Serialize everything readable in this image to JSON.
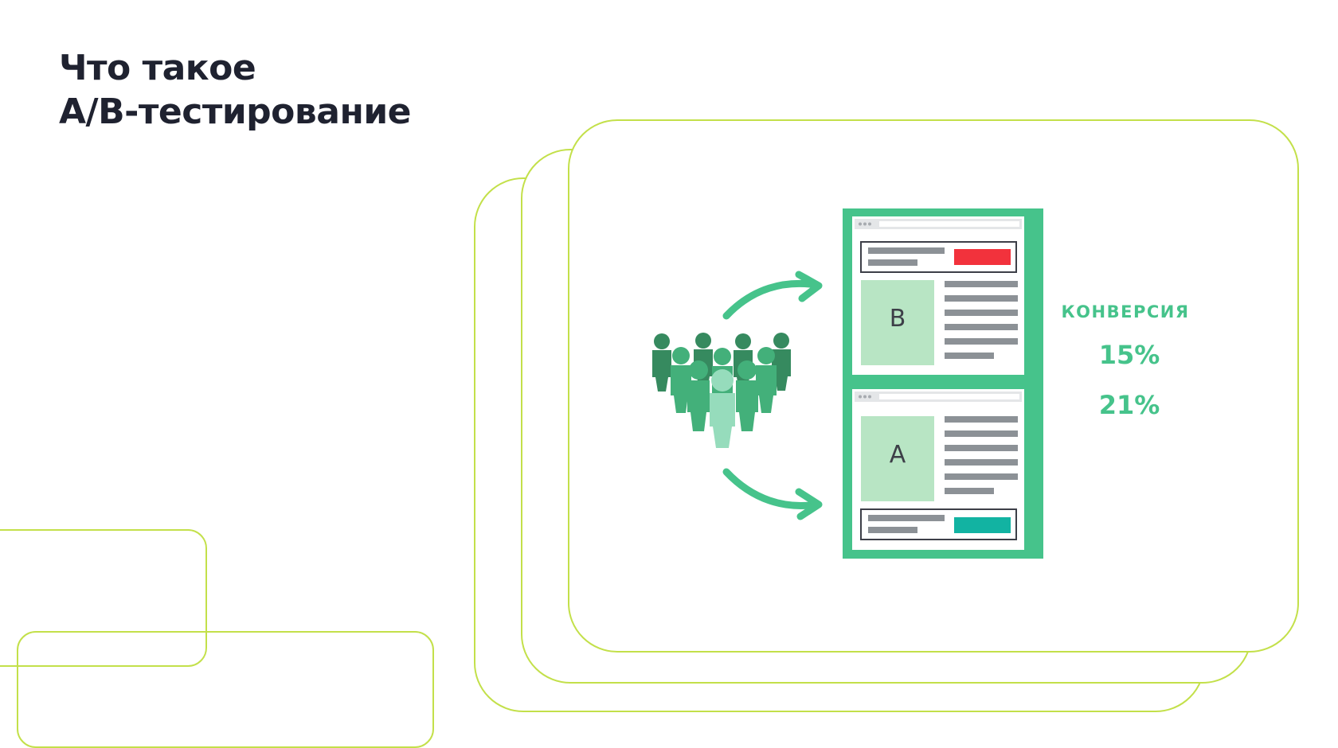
{
  "title": {
    "line1": "Что такое",
    "line2": "А/В-тестирование"
  },
  "illustration": {
    "variant_b_label": "B",
    "variant_a_label": "A",
    "conversion_label": "КОНВЕРСИЯ",
    "conversion_b": "15%",
    "conversion_a": "21%"
  },
  "colors": {
    "frame_outline": "#c3e04a",
    "page_border": "#46c38b",
    "accent_text": "#46c38b",
    "button_b": "#f2323c",
    "button_a": "#12b3a2",
    "placeholder_block": "#b8e5c4",
    "text_lines": "#8c9196",
    "people_dark": "#368a5f",
    "people_mid": "#43b07a",
    "people_light": "#96dcbc"
  }
}
